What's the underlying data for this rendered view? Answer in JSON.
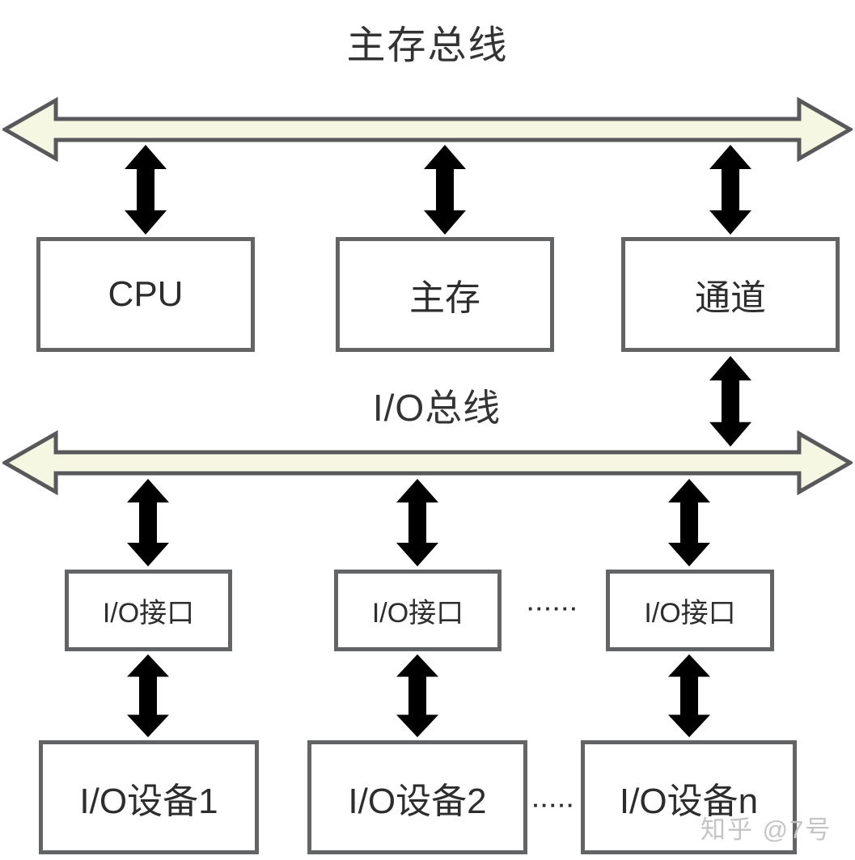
{
  "diagram": {
    "title": "主存总线",
    "io_bus_label": "I/O总线",
    "top_row": {
      "cpu": "CPU",
      "main_memory": "主存",
      "channel": "通道"
    },
    "interface_row": {
      "interface1": "I/O接口",
      "interface2": "I/O接口",
      "interface3": "I/O接口",
      "ellipsis": "······"
    },
    "device_row": {
      "device1": "I/O设备1",
      "device2": "I/O设备2",
      "device_n": "I/O设备n",
      "ellipsis": "·····"
    },
    "colors": {
      "bus_fill": "#f5f7e2",
      "bus_stroke": "#58595b",
      "box_border": "#636466",
      "text": "#2d2d2d",
      "watermark": "#c4c4c4"
    }
  },
  "watermark": "知乎 @7号"
}
